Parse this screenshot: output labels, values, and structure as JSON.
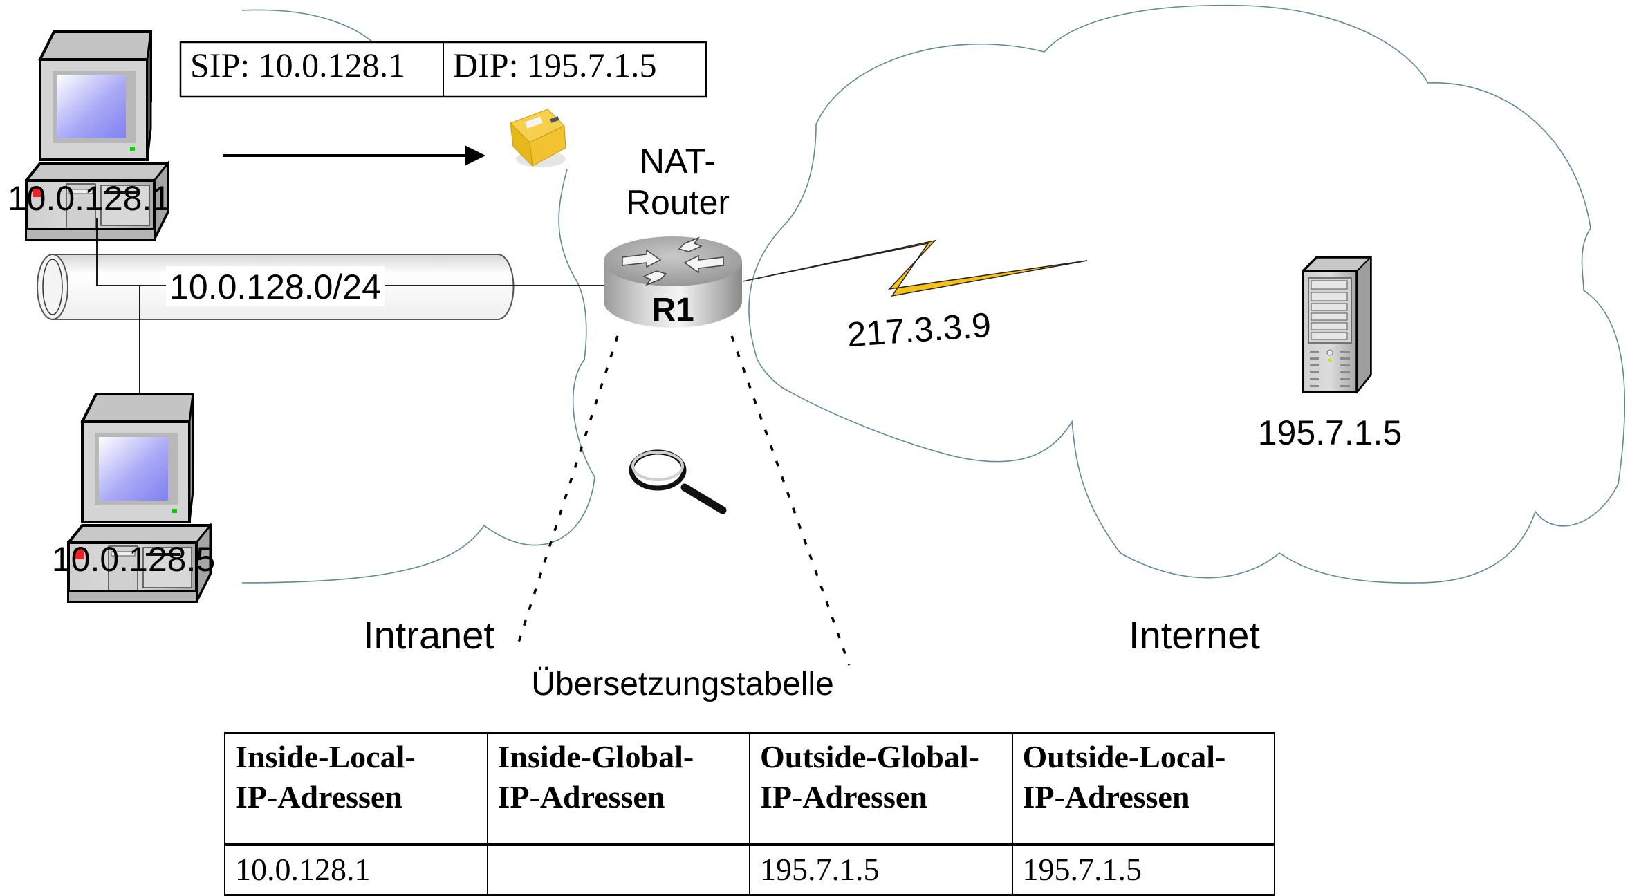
{
  "packet_header": {
    "source_ip": "SIP: 10.0.128.1",
    "destination_ip": "DIP: 195.7.1.5"
  },
  "router": {
    "title_line1": "NAT-",
    "title_line2": "Router",
    "name": "R1",
    "external_ip": "217.3.3.9"
  },
  "intranet": {
    "label": "Intranet",
    "subnet": "10.0.128.0/24",
    "hosts": [
      {
        "ip": "10.0.128.1",
        "icon": "desktop-pc-icon"
      },
      {
        "ip": "10.0.128.5",
        "icon": "desktop-pc-icon"
      }
    ]
  },
  "internet": {
    "label": "Internet",
    "server": {
      "ip": "195.7.1.5",
      "icon": "tower-server-icon"
    }
  },
  "icons": {
    "packet": "package-icon",
    "arrow": "arrow-right-icon",
    "serial_link": "lightning-bolt-icon",
    "lookup": "magnifier-icon"
  },
  "translation_table": {
    "title": "Übersetzungstabelle",
    "headers": [
      [
        "Inside-Local-",
        "IP-Adressen"
      ],
      [
        "Inside-Global-",
        "IP-Adressen"
      ],
      [
        "Outside-Global-",
        "IP-Adressen"
      ],
      [
        "Outside-Local-",
        "IP-Adressen"
      ]
    ],
    "rows": [
      [
        "10.0.128.1",
        "",
        "195.7.1.5",
        "195.7.1.5"
      ]
    ]
  },
  "colors": {
    "cloud_outline": "#5f8a94",
    "bolt": "#f6c117",
    "screen": "#8c8cf5",
    "package": "#f2c230"
  }
}
